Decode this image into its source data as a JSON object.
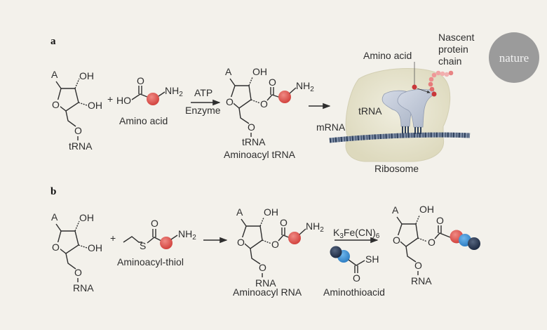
{
  "figure": {
    "panel_a": {
      "label": "a",
      "ribose_reactant": {
        "top_sub": "A",
        "oh_top": "OH",
        "oh_side": "OH",
        "o_ring": "O",
        "o_link": "O",
        "attached": "tRNA"
      },
      "plus": "+",
      "amino_acid": {
        "ho": "HO",
        "carbonyl_o": "O",
        "nh2": "NH",
        "nh2_sub": "2",
        "caption": "Amino acid"
      },
      "arrow_top": "ATP",
      "arrow_bottom": "Enzyme",
      "product": {
        "top_sub": "A",
        "oh_top": "OH",
        "o_ester": "O",
        "carbonyl_o": "O",
        "o_ring": "O",
        "o_link": "O",
        "attached": "tRNA",
        "nh2": "NH",
        "nh2_sub": "2",
        "caption": "Aminoacyl tRNA"
      },
      "ribosome": {
        "amino_acid_label": "Amino acid",
        "nascent_label_1": "Nascent",
        "nascent_label_2": "protein",
        "nascent_label_3": "chain",
        "trna_label": "tRNA",
        "mrna_label": "mRNA",
        "ribosome_label": "Ribosome"
      }
    },
    "panel_b": {
      "label": "b",
      "ribose_reactant": {
        "top_sub": "A",
        "oh_top": "OH",
        "oh_side": "OH",
        "o_ring": "O",
        "o_link": "O",
        "attached": "RNA"
      },
      "plus": "+",
      "thiol": {
        "s": "S",
        "carbonyl_o": "O",
        "nh2": "NH",
        "nh2_sub": "2",
        "caption": "Aminoacyl-thiol"
      },
      "intermediate": {
        "top_sub": "A",
        "oh_top": "OH",
        "o_ester": "O",
        "carbonyl_o": "O",
        "o_ring": "O",
        "o_link": "O",
        "attached": "RNA",
        "nh2": "NH",
        "nh2_sub": "2",
        "caption": "Aminoacyl RNA"
      },
      "reagent": {
        "k": "K",
        "k_sub": "3",
        "fe": "Fe(CN)",
        "fe_sub": "6"
      },
      "thioacid": {
        "sh": "SH",
        "carbonyl_o": "O",
        "caption": "Aminothioacid"
      },
      "product": {
        "top_sub": "A",
        "oh_top": "OH",
        "o_ester": "O",
        "carbonyl_o": "O",
        "o_ring": "O",
        "o_link": "O",
        "attached": "RNA"
      }
    },
    "logo": "nature",
    "colors": {
      "background": "#f3f1eb",
      "amino_red": "#d9534f",
      "blue_light": "#3b8fd4",
      "blue_dark": "#24344f",
      "trna": "#c3ccda",
      "ribosome": "#e6e4cf",
      "logo_circle": "#9b9b9b"
    }
  }
}
